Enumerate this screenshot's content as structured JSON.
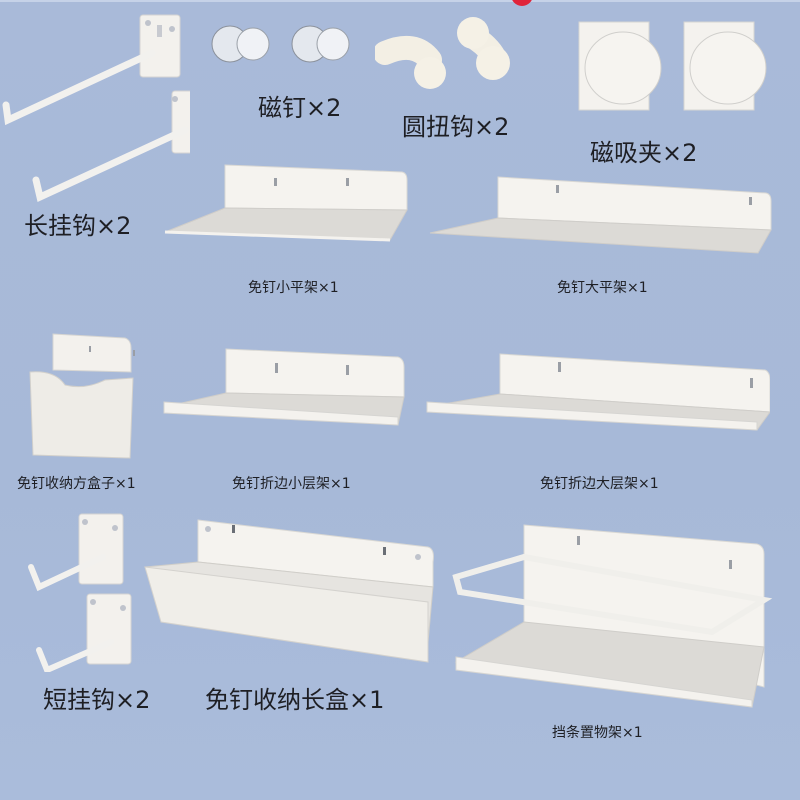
{
  "colors": {
    "background": "#a9bad9",
    "product_white": "#f4f2ee",
    "shade": "#d9d7d4",
    "text": "#1e1f24",
    "badge": "#e0243a"
  },
  "items": [
    {
      "label": "磁钉×2",
      "icon": "magnetic-nail-icon"
    },
    {
      "label": "圆扭钩×2",
      "icon": "round-twist-hook-icon"
    },
    {
      "label": "磁吸夹×2",
      "icon": "magnetic-clip-icon"
    },
    {
      "label": "长挂钩×2",
      "icon": "long-hook-icon"
    },
    {
      "label": "免钉小平架×1",
      "icon": "small-flat-shelf-icon"
    },
    {
      "label": "免钉大平架×1",
      "icon": "large-flat-shelf-icon"
    },
    {
      "label": "免钉收纳方盒子×1",
      "icon": "square-storage-box-icon"
    },
    {
      "label": "免钉折边小层架×1",
      "icon": "small-folded-shelf-icon"
    },
    {
      "label": "免钉折边大层架×1",
      "icon": "large-folded-shelf-icon"
    },
    {
      "label": "短挂钩×2",
      "icon": "short-hook-icon"
    },
    {
      "label": "免钉收纳长盒×1",
      "icon": "long-storage-box-icon"
    },
    {
      "label": "挡条置物架×1",
      "icon": "rail-shelf-icon"
    }
  ]
}
